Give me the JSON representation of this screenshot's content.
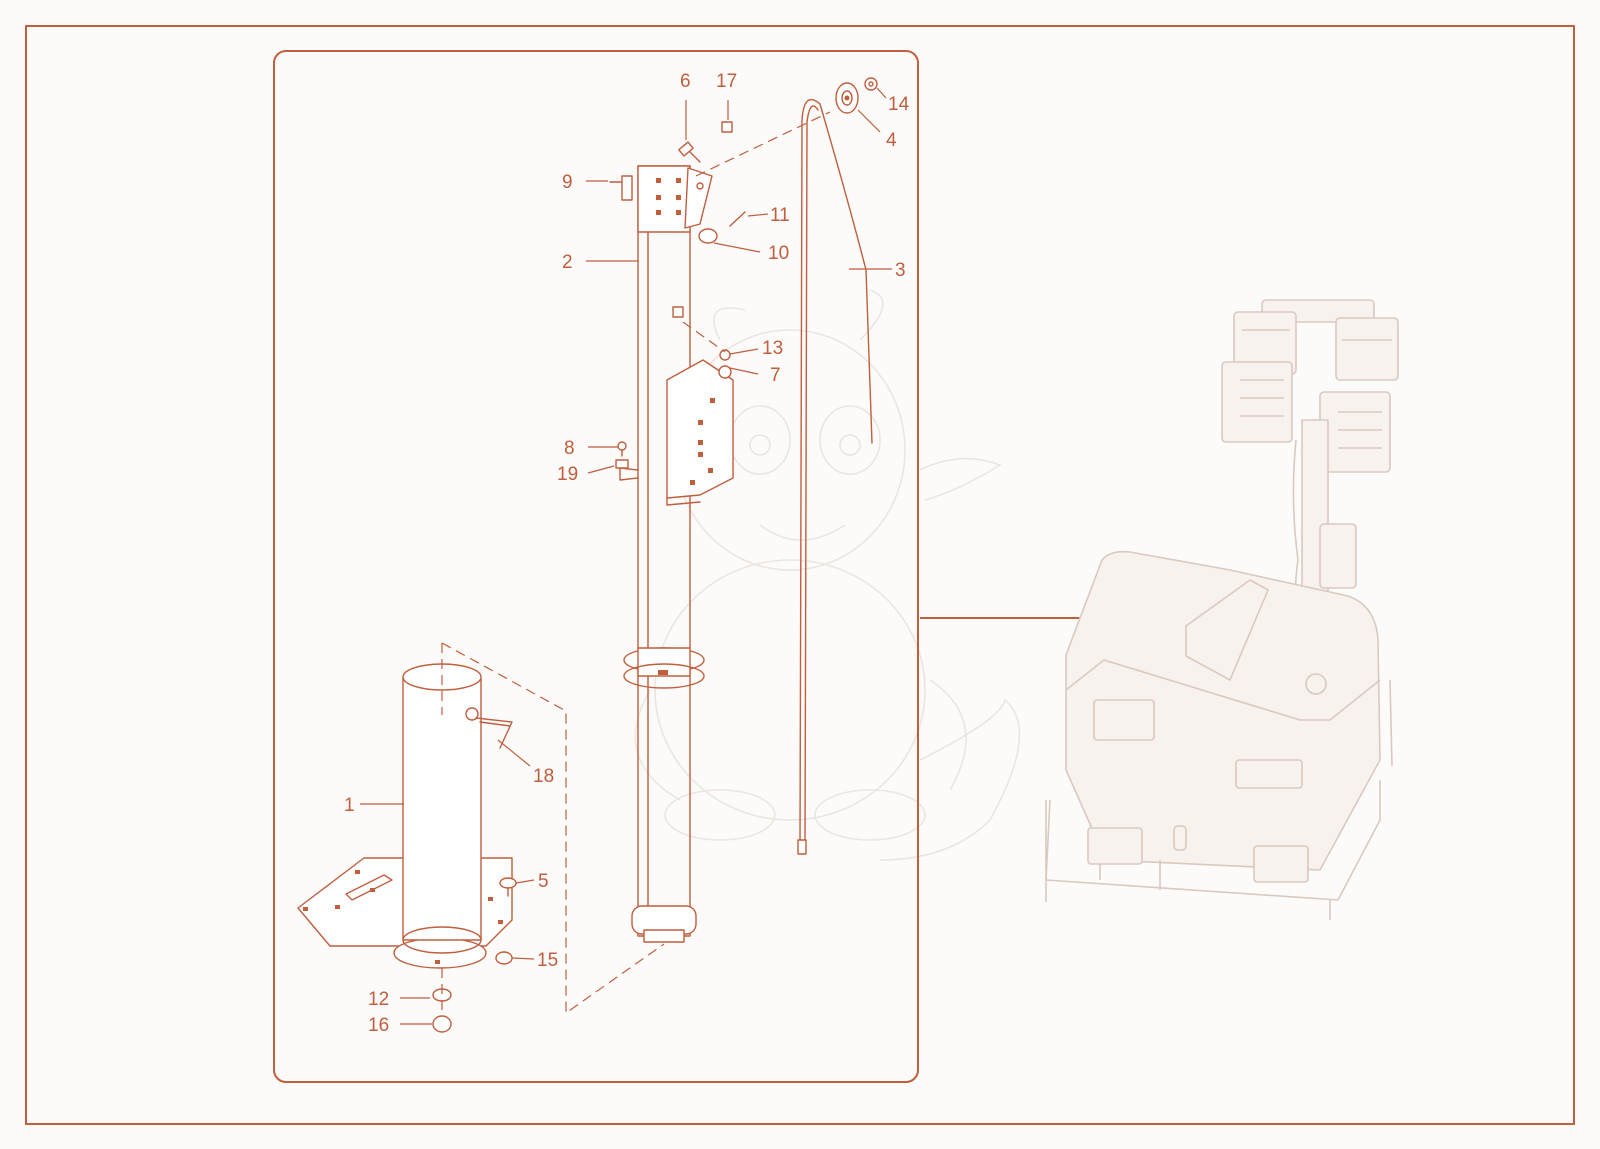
{
  "diagram": {
    "colors": {
      "ink": "#c05e3e",
      "ghost": "#d9c9c0",
      "background": "#fcfbf9"
    },
    "callouts": [
      {
        "id": "c1",
        "label": "1"
      },
      {
        "id": "c2",
        "label": "2"
      },
      {
        "id": "c3",
        "label": "3"
      },
      {
        "id": "c4",
        "label": "4"
      },
      {
        "id": "c5",
        "label": "5"
      },
      {
        "id": "c6",
        "label": "6"
      },
      {
        "id": "c7",
        "label": "7"
      },
      {
        "id": "c8",
        "label": "8"
      },
      {
        "id": "c9",
        "label": "9"
      },
      {
        "id": "c10",
        "label": "10"
      },
      {
        "id": "c11",
        "label": "11"
      },
      {
        "id": "c12",
        "label": "12"
      },
      {
        "id": "c13",
        "label": "13"
      },
      {
        "id": "c14",
        "label": "14"
      },
      {
        "id": "c15",
        "label": "15"
      },
      {
        "id": "c16",
        "label": "16"
      },
      {
        "id": "c17",
        "label": "17"
      },
      {
        "id": "c18",
        "label": "18"
      },
      {
        "id": "c19",
        "label": "19"
      }
    ],
    "icons": [
      "mast-tube-part",
      "base-sleeve-part",
      "cable-part",
      "pulley-part",
      "light-tower-machine-illustration",
      "dragon-watermark",
      "arrow-pointer"
    ]
  }
}
